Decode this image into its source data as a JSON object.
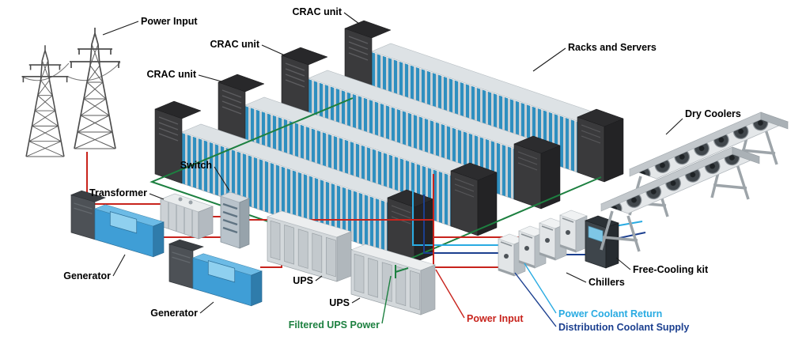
{
  "diagram": {
    "labels": {
      "power_input_top": "Power Input",
      "crac_unit_1": "CRAC unit",
      "crac_unit_2": "CRAC unit",
      "crac_unit_3": "CRAC unit",
      "racks_and_servers": "Racks and Servers",
      "dry_coolers": "Dry Coolers",
      "transformer": "Transformer",
      "switch": "Switch",
      "generator_1": "Generator",
      "generator_2": "Generator",
      "ups_1": "UPS",
      "ups_2": "UPS",
      "chillers": "Chillers",
      "free_cooling_kit": "Free-Cooling kit",
      "filtered_ups_power": "Filtered UPS Power",
      "power_input_bottom": "Power Input",
      "power_coolant_return": "Power Coolant Return",
      "distribution_coolant_supply": "Distribution Coolant Supply"
    },
    "colors": {
      "power_line": "#c8231c",
      "filtered_ups_line": "#1d8040",
      "coolant_return_line": "#29abe2",
      "coolant_supply_line": "#1b3f8f",
      "generator_body": "#3f9ed6",
      "rack_stripe": "#2e8fc0",
      "cabinet_dark": "#3a3a3c",
      "label_text": "#000000"
    }
  }
}
